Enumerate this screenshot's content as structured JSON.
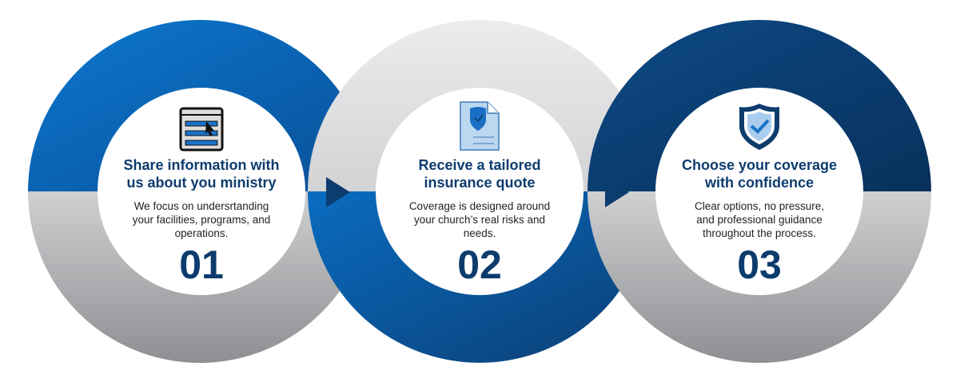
{
  "steps": [
    {
      "title_line1": "Share information with",
      "title_line2": "us about you ministry",
      "desc_line1": "We focus on undersrtanding",
      "desc_line2": "your facilities, programs, and",
      "desc_line3": "operations.",
      "number": "01",
      "icon": "web-form-icon"
    },
    {
      "title_line1": "Receive a tailored",
      "title_line2": "insurance quote",
      "desc_line1": "Coverage is designed around",
      "desc_line2": "your church’s real risks and",
      "desc_line3": "needs.",
      "number": "02",
      "icon": "insurance-document-icon"
    },
    {
      "title_line1": "Choose your coverage",
      "title_line2": "with confidence",
      "desc_line1": "Clear options, no pressure,",
      "desc_line2": "and professional guidance",
      "desc_line3": "throughout the process.",
      "number": "03",
      "icon": "shield-check-icon"
    }
  ],
  "colors": {
    "blue": "#0a6cc0",
    "navy": "#0d3c6e",
    "gray": "#b9babc",
    "light_gray": "#e4e5e7"
  }
}
